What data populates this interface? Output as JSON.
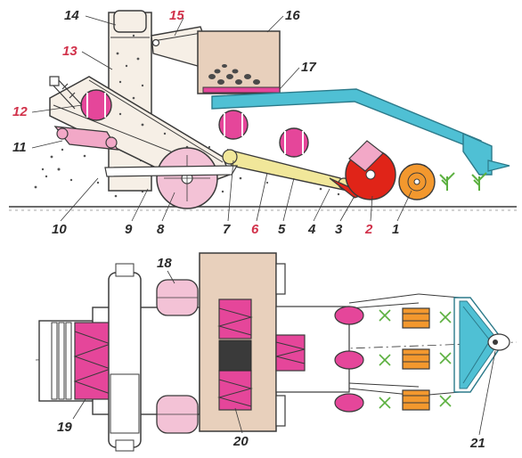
{
  "colors": {
    "ink": "#3a3a3a",
    "body_fill": "#f6efe6",
    "pink": "#e5469a",
    "pink_light": "#f2a8c7",
    "pink_pale": "#f3c2d6",
    "tan": "#e8d0bc",
    "red": "#e02418",
    "orange": "#f3982e",
    "cyan": "#4fc0d4",
    "yellow": "#f1e79a",
    "green": "#5cb040",
    "label_red": "#d1314a",
    "label_dark": "#2a2a2a",
    "soil": "#8a8a8a"
  },
  "labels": {
    "n1": "1",
    "n2": "2",
    "n3": "3",
    "n4": "4",
    "n5": "5",
    "n6": "6",
    "n7": "7",
    "n8": "8",
    "n9": "9",
    "n10": "10",
    "n11": "11",
    "n12": "12",
    "n13": "13",
    "n14": "14",
    "n15": "15",
    "n16": "16",
    "n17": "17",
    "n18": "18",
    "n19": "19",
    "n20": "20",
    "n21": "21"
  },
  "icons": {
    "crop_plant": "green-seedling-icon"
  }
}
